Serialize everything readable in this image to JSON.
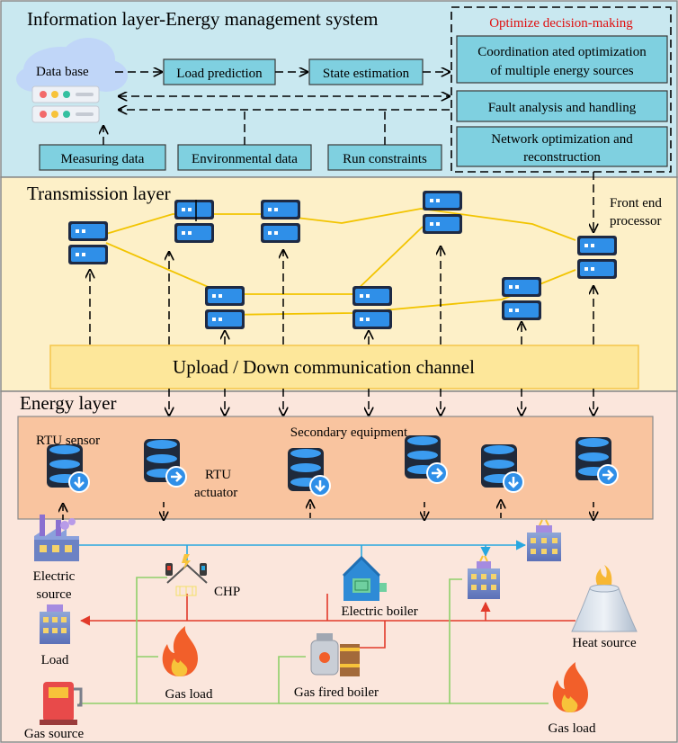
{
  "layers": {
    "information": {
      "title": "Information layer-Energy management system",
      "database_label": "Data base",
      "flow_boxes": [
        "Load prediction",
        "State estimation"
      ],
      "input_boxes": [
        "Measuring data",
        "Environmental data",
        "Run constraints"
      ],
      "decision": {
        "title": "Optimize decision-making",
        "items": [
          [
            "Coordination ated optimization",
            "of multiple energy sources"
          ],
          [
            "Fault analysis and handling"
          ],
          [
            "Network optimization and",
            "reconstruction"
          ]
        ]
      }
    },
    "transmission": {
      "title": "Transmission layer",
      "front_end_label": [
        "Front end",
        "processor"
      ],
      "channel_label": "Upload / Down communication channel"
    },
    "energy": {
      "title": "Energy layer",
      "secondary_label": "Secondary equipment",
      "rtu_sensor_label": "RTU sensor",
      "rtu_actuator_label": [
        "RTU",
        "actuator"
      ],
      "nodes": {
        "electric_source": [
          "Electric",
          "source"
        ],
        "chp": "CHP",
        "electric_boiler": "Electric boiler",
        "load": "Load",
        "gas_load_1": "Gas load",
        "gas_fired_boiler": "Gas fired boiler",
        "heat_source": "Heat source",
        "gas_source": "Gas source",
        "gas_load_2": "Gas load"
      }
    }
  },
  "colors": {
    "info_bg": "#c9e8f0",
    "transmission_bg": "#fdf0c8",
    "energy_bg": "#fbe6dc",
    "box_fill": "#7fd0e0",
    "channel_fill": "#fde79a",
    "equipment_fill": "#f9c49f",
    "server_blue": "#2f8fe8",
    "link_yellow": "#f2c400",
    "electric_line": "#27a7e0",
    "heat_line": "#e23a2a",
    "gas_line": "#8fcf6a",
    "decision_title": "#e01010"
  }
}
